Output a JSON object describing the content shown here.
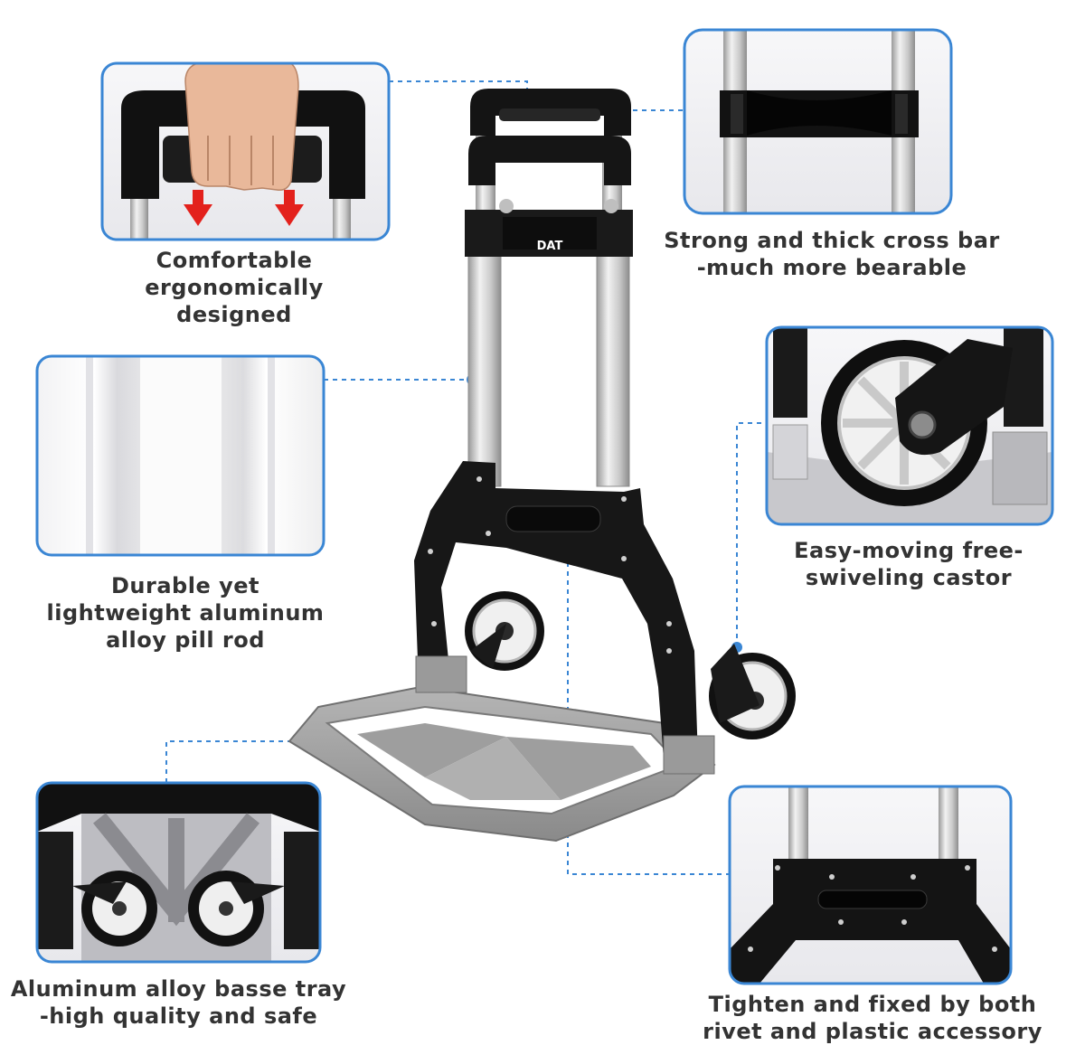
{
  "brand": {
    "logo_text": "DAT"
  },
  "colors": {
    "frame": "#3a86d4",
    "accent": "#e3211c",
    "text": "#333333"
  },
  "features": [
    {
      "id": "handle",
      "lines": [
        "Comfortable",
        "ergonomically",
        "designed"
      ]
    },
    {
      "id": "crossbar",
      "lines": [
        "Strong and thick cross bar",
        "-much more bearable"
      ]
    },
    {
      "id": "rod",
      "lines": [
        "Durable yet",
        "lightweight aluminum",
        "alloy pill rod"
      ]
    },
    {
      "id": "castor",
      "lines": [
        "Easy-moving free-",
        "swiveling castor"
      ]
    },
    {
      "id": "tray",
      "lines": [
        "Aluminum alloy basse tray",
        "-high quality and safe"
      ]
    },
    {
      "id": "rivet",
      "lines": [
        "Tighten and fixed by both",
        "rivet and plastic accessory"
      ]
    }
  ]
}
